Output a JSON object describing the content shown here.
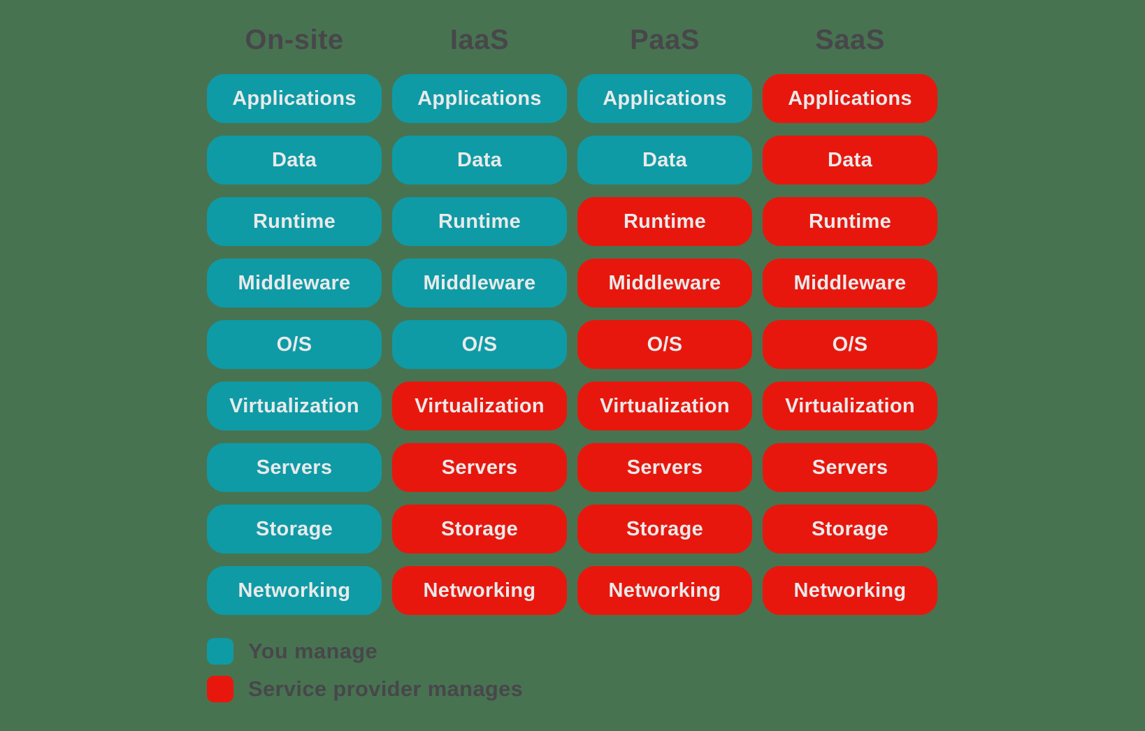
{
  "colors": {
    "background": "#487351",
    "you_manage": "#0E9BA6",
    "provider_manages": "#E8170D",
    "heading_text": "#47474B",
    "pill_text": "#E9EAEA"
  },
  "columns": [
    {
      "label": "On-site",
      "layers": [
        {
          "label": "Applications",
          "owner": "you"
        },
        {
          "label": "Data",
          "owner": "you"
        },
        {
          "label": "Runtime",
          "owner": "you"
        },
        {
          "label": "Middleware",
          "owner": "you"
        },
        {
          "label": "O/S",
          "owner": "you"
        },
        {
          "label": "Virtualization",
          "owner": "you"
        },
        {
          "label": "Servers",
          "owner": "you"
        },
        {
          "label": "Storage",
          "owner": "you"
        },
        {
          "label": "Networking",
          "owner": "you"
        }
      ]
    },
    {
      "label": "IaaS",
      "layers": [
        {
          "label": "Applications",
          "owner": "you"
        },
        {
          "label": "Data",
          "owner": "you"
        },
        {
          "label": "Runtime",
          "owner": "you"
        },
        {
          "label": "Middleware",
          "owner": "you"
        },
        {
          "label": "O/S",
          "owner": "you"
        },
        {
          "label": "Virtualization",
          "owner": "provider"
        },
        {
          "label": "Servers",
          "owner": "provider"
        },
        {
          "label": "Storage",
          "owner": "provider"
        },
        {
          "label": "Networking",
          "owner": "provider"
        }
      ]
    },
    {
      "label": "PaaS",
      "layers": [
        {
          "label": "Applications",
          "owner": "you"
        },
        {
          "label": "Data",
          "owner": "you"
        },
        {
          "label": "Runtime",
          "owner": "provider"
        },
        {
          "label": "Middleware",
          "owner": "provider"
        },
        {
          "label": "O/S",
          "owner": "provider"
        },
        {
          "label": "Virtualization",
          "owner": "provider"
        },
        {
          "label": "Servers",
          "owner": "provider"
        },
        {
          "label": "Storage",
          "owner": "provider"
        },
        {
          "label": "Networking",
          "owner": "provider"
        }
      ]
    },
    {
      "label": "SaaS",
      "layers": [
        {
          "label": "Applications",
          "owner": "provider"
        },
        {
          "label": "Data",
          "owner": "provider"
        },
        {
          "label": "Runtime",
          "owner": "provider"
        },
        {
          "label": "Middleware",
          "owner": "provider"
        },
        {
          "label": "O/S",
          "owner": "provider"
        },
        {
          "label": "Virtualization",
          "owner": "provider"
        },
        {
          "label": "Servers",
          "owner": "provider"
        },
        {
          "label": "Storage",
          "owner": "provider"
        },
        {
          "label": "Networking",
          "owner": "provider"
        }
      ]
    }
  ],
  "legend": [
    {
      "label": "You manage",
      "owner": "you"
    },
    {
      "label": "Service provider manages",
      "owner": "provider"
    }
  ]
}
